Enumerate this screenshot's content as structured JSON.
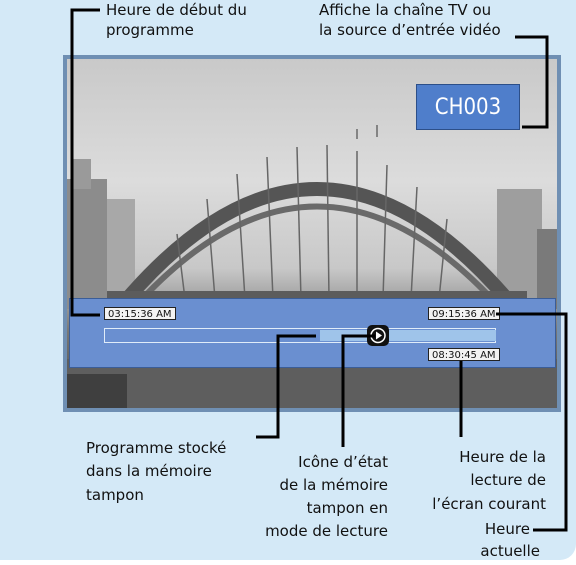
{
  "labels": {
    "start_time_line1": "Heure de début du",
    "start_time_line2": "programme",
    "channel_line1": "Affiche la chaîne TV ou",
    "channel_line2": "la source d’entrée vidéo",
    "stored_line1": "Programme stocké",
    "stored_line2": "dans la mémoire",
    "stored_line3": "tampon",
    "icon_line1": "Icône d’état",
    "icon_line2": "de la mémoire",
    "icon_line3": "tampon en",
    "icon_line4": "mode de lecture",
    "playback_line1": "Heure de la",
    "playback_line2": "lecture de",
    "playback_line3": "l’écran courant",
    "current_line1": "Heure",
    "current_line2": "actuelle"
  },
  "screen": {
    "channel": "CH003",
    "start_time": "03:15:36 AM",
    "current_time": "09:15:36 AM",
    "playback_time": "08:30:45 AM",
    "buffer_start_fraction": 0.55,
    "play_position_fraction": 0.7,
    "status_icon": "play-icon"
  },
  "colors": {
    "panel": "#d4e9f7",
    "screen_frame": "#6f8fb3",
    "bar": "#6a8fd0",
    "buffer_fill": "#9fc4ea",
    "channel_box": "#4f7ecb"
  }
}
